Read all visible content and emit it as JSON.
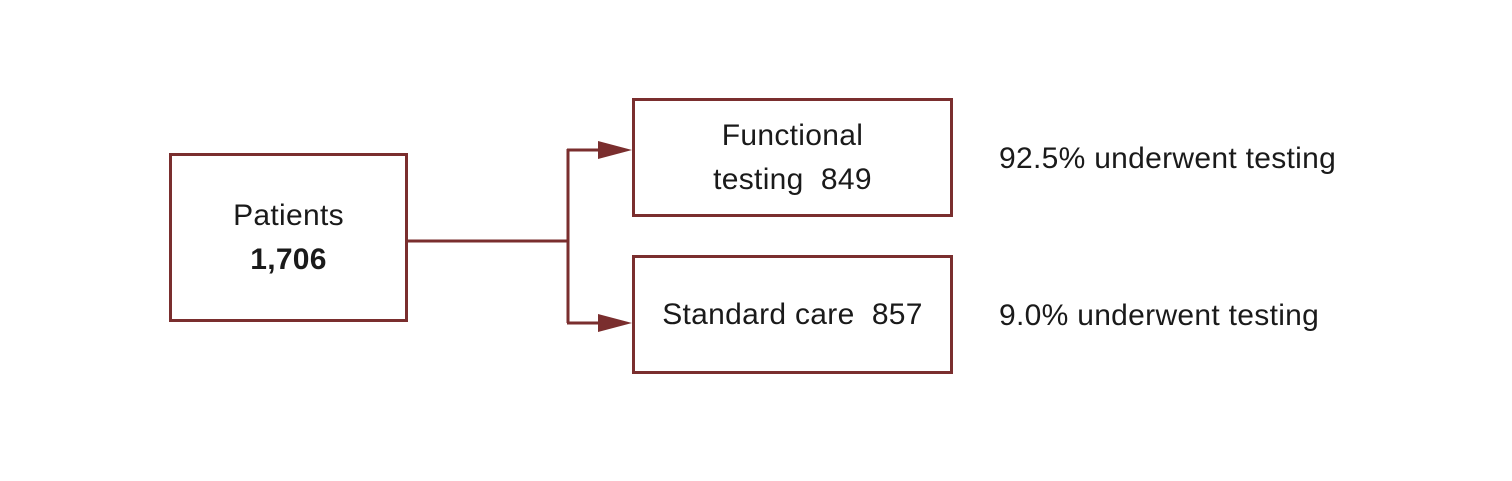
{
  "colors": {
    "box_border": "#7a2e2e",
    "arrow": "#7a2e2e",
    "text": "#1a1a1a"
  },
  "patients": {
    "label": "Patients",
    "count": "1,706"
  },
  "functional": {
    "line1": "Functional",
    "line2": "testing  849",
    "outcome": "92.5% underwent testing"
  },
  "standard": {
    "label": "Standard care  857",
    "outcome": "9.0% underwent testing"
  }
}
